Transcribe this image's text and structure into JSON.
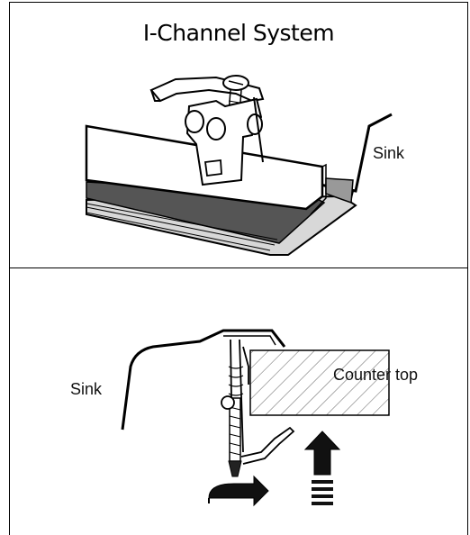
{
  "title": "I-Channel System",
  "top_panel": {
    "sink_label": "Sink"
  },
  "bottom_panel": {
    "sink_label": "Sink",
    "counter_label": "Counter top"
  }
}
